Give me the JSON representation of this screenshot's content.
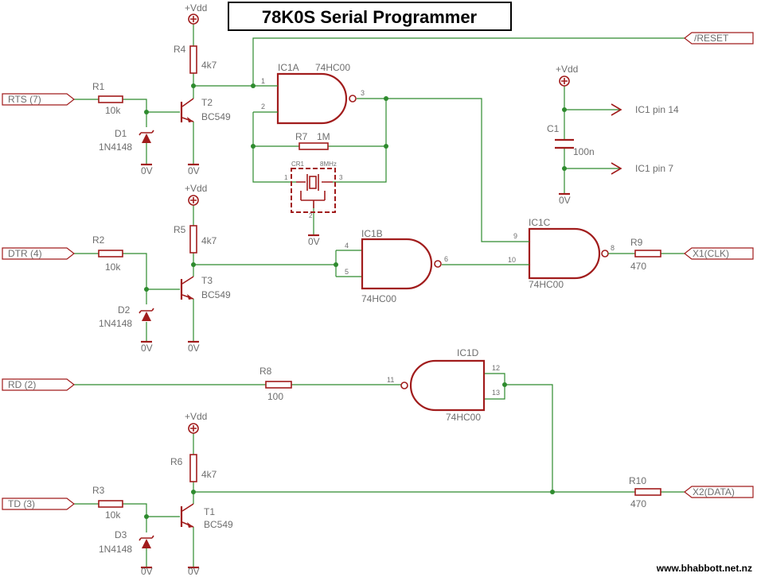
{
  "title": "78K0S Serial Programmer",
  "website": "www.bhabbott.net.nz",
  "colors": {
    "wire": "#2e8b2e",
    "part": "#a11c1c",
    "text": "#6e6e6e"
  },
  "ports": {
    "rts": "RTS (7)",
    "dtr": "DTR (4)",
    "rd": "RD (2)",
    "td": "TD (3)",
    "reset": "/RESET",
    "x1": "X1(CLK)",
    "x2": "X2(DATA)"
  },
  "supply": {
    "vdd": "+Vdd",
    "gnd": "0V"
  },
  "resistors": {
    "r1": {
      "name": "R1",
      "value": "10k"
    },
    "r2": {
      "name": "R2",
      "value": "10k"
    },
    "r3": {
      "name": "R3",
      "value": "10k"
    },
    "r4": {
      "name": "R4",
      "value": "4k7"
    },
    "r5": {
      "name": "R5",
      "value": "4k7"
    },
    "r6": {
      "name": "R6",
      "value": "4k7"
    },
    "r7": {
      "name": "R7",
      "value": "1M"
    },
    "r8": {
      "name": "R8",
      "value": "100"
    },
    "r9": {
      "name": "R9",
      "value": "470"
    },
    "r10": {
      "name": "R10",
      "value": "470"
    }
  },
  "diodes": {
    "d1": {
      "name": "D1",
      "value": "1N4148"
    },
    "d2": {
      "name": "D2",
      "value": "1N4148"
    },
    "d3": {
      "name": "D3",
      "value": "1N4148"
    }
  },
  "transistors": {
    "t1": {
      "name": "T1",
      "value": "BC549"
    },
    "t2": {
      "name": "T2",
      "value": "BC549"
    },
    "t3": {
      "name": "T3",
      "value": "BC549"
    }
  },
  "gates": {
    "ic1a": {
      "name": "IC1A",
      "value": "74HC00",
      "pins": [
        "1",
        "2",
        "3"
      ]
    },
    "ic1b": {
      "name": "IC1B",
      "value": "74HC00",
      "pins": [
        "4",
        "5",
        "6"
      ]
    },
    "ic1c": {
      "name": "IC1C",
      "value": "74HC00",
      "pins": [
        "9",
        "10",
        "8"
      ]
    },
    "ic1d": {
      "name": "IC1D",
      "value": "74HC00",
      "pins": [
        "11",
        "12",
        "13"
      ]
    }
  },
  "crystal": {
    "name": "CR1",
    "value": "8MHz",
    "pins": [
      "1",
      "2",
      "3"
    ]
  },
  "capacitor": {
    "name": "C1",
    "value": "100n"
  },
  "ic_power": {
    "pin14": "IC1 pin 14",
    "pin7": "IC1 pin 7"
  }
}
